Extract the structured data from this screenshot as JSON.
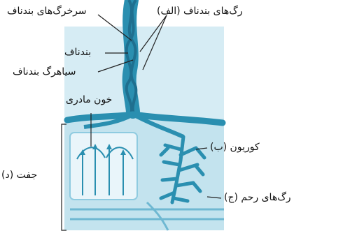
{
  "labels": {
    "umbilical_arteries": "سرخرگ‌های بندناف",
    "umbilical_vessels_a": "رگ‌های بندناف (الف)",
    "umbilical_cord": "بندناف",
    "umbilical_vein": "سیاهرگ بندناف",
    "maternal_blood": "خون مادری",
    "chorion_b": "کوریون (ب)",
    "placenta_d": "جفت (د)",
    "uterine_vessels_c": "رگ‌های رحم (ج)"
  },
  "colors": {
    "tissue_light": "#bfe0ec",
    "tissue_mid": "#8fcbe0",
    "vessel_dark": "#2a8fb0",
    "vessel_outline": "#1f6f8f",
    "line": "#222222"
  }
}
